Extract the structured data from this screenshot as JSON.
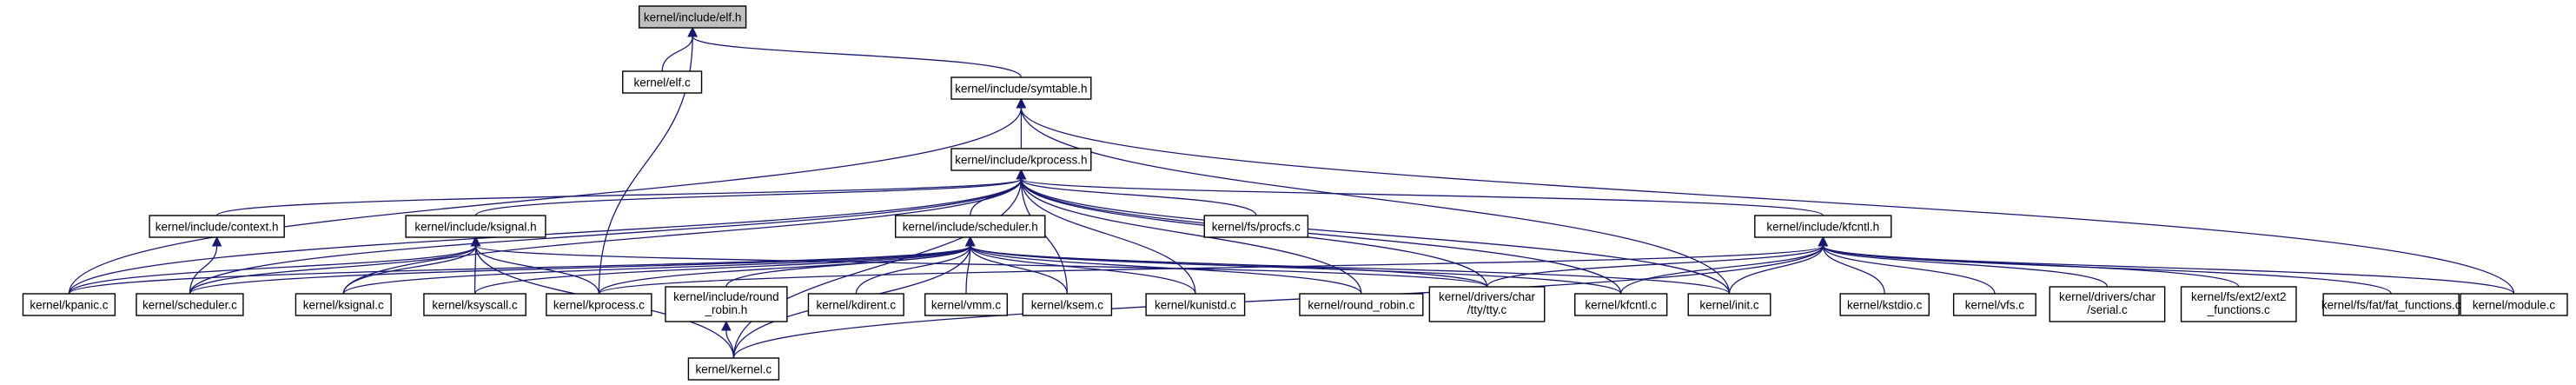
{
  "diagram": {
    "type": "include-dependency-graph",
    "root": "elf_h",
    "colors": {
      "edge": "#191970",
      "root_fill": "#bfbfbf",
      "node_fill": "#ffffff",
      "node_border": "#000000"
    },
    "nodes": [
      {
        "id": "elf_h",
        "label": "kernel/include/elf.h"
      },
      {
        "id": "elf_c",
        "label": "kernel/elf.c"
      },
      {
        "id": "symtable_h",
        "label": "kernel/include/symtable.h"
      },
      {
        "id": "kprocess_h",
        "label": "kernel/include/kprocess.h"
      },
      {
        "id": "context_h",
        "label": "kernel/include/context.h"
      },
      {
        "id": "ksignal_h",
        "label": "kernel/include/ksignal.h"
      },
      {
        "id": "scheduler_h",
        "label": "kernel/include/scheduler.h"
      },
      {
        "id": "procfs_c",
        "label": "kernel/fs/procfs.c"
      },
      {
        "id": "kfcntl_h",
        "label": "kernel/include/kfcntl.h"
      },
      {
        "id": "kpanic_c",
        "label": "kernel/kpanic.c"
      },
      {
        "id": "scheduler_c",
        "label": "kernel/scheduler.c"
      },
      {
        "id": "ksignal_c",
        "label": "kernel/ksignal.c"
      },
      {
        "id": "ksyscall_c",
        "label": "kernel/ksyscall.c"
      },
      {
        "id": "kprocess_c",
        "label": "kernel/kprocess.c"
      },
      {
        "id": "round_robin_h",
        "label": "kernel/include/round_robin.h",
        "lines": [
          "kernel/include/round",
          "_robin.h"
        ]
      },
      {
        "id": "kdirent_c",
        "label": "kernel/kdirent.c"
      },
      {
        "id": "vmm_c",
        "label": "kernel/vmm.c"
      },
      {
        "id": "ksem_c",
        "label": "kernel/ksem.c"
      },
      {
        "id": "kunistd_c",
        "label": "kernel/kunistd.c"
      },
      {
        "id": "round_robin_c",
        "label": "kernel/round_robin.c"
      },
      {
        "id": "tty_c",
        "label": "kernel/drivers/char/tty/tty.c",
        "lines": [
          "kernel/drivers/char",
          "/tty/tty.c"
        ]
      },
      {
        "id": "kfcntl_c",
        "label": "kernel/kfcntl.c"
      },
      {
        "id": "init_c",
        "label": "kernel/init.c"
      },
      {
        "id": "kstdio_c",
        "label": "kernel/kstdio.c"
      },
      {
        "id": "vfs_c",
        "label": "kernel/vfs.c"
      },
      {
        "id": "serial_c",
        "label": "kernel/drivers/char/serial.c",
        "lines": [
          "kernel/drivers/char",
          "/serial.c"
        ]
      },
      {
        "id": "ext2_functions_c",
        "label": "kernel/fs/ext2/ext2_functions.c",
        "lines": [
          "kernel/fs/ext2/ext2",
          "_functions.c"
        ]
      },
      {
        "id": "fat_functions_c",
        "label": "kernel/fs/fat/fat_functions.c"
      },
      {
        "id": "module_c",
        "label": "kernel/module.c"
      },
      {
        "id": "kernel_c",
        "label": "kernel/kernel.c"
      }
    ],
    "edges": [
      {
        "from": "elf_h",
        "to": "elf_c"
      },
      {
        "from": "elf_h",
        "to": "symtable_h"
      },
      {
        "from": "elf_h",
        "to": "kprocess_c"
      },
      {
        "from": "symtable_h",
        "to": "kprocess_h"
      },
      {
        "from": "symtable_h",
        "to": "kpanic_c"
      },
      {
        "from": "symtable_h",
        "to": "init_c"
      },
      {
        "from": "symtable_h",
        "to": "module_c"
      },
      {
        "from": "kprocess_h",
        "to": "context_h"
      },
      {
        "from": "kprocess_h",
        "to": "ksignal_h"
      },
      {
        "from": "kprocess_h",
        "to": "scheduler_h"
      },
      {
        "from": "kprocess_h",
        "to": "procfs_c"
      },
      {
        "from": "kprocess_h",
        "to": "kfcntl_h"
      },
      {
        "from": "kprocess_h",
        "to": "kpanic_c"
      },
      {
        "from": "kprocess_h",
        "to": "scheduler_c"
      },
      {
        "from": "kprocess_h",
        "to": "ksignal_c"
      },
      {
        "from": "kprocess_h",
        "to": "ksem_c"
      },
      {
        "from": "kprocess_h",
        "to": "kunistd_c"
      },
      {
        "from": "kprocess_h",
        "to": "round_robin_c"
      },
      {
        "from": "kprocess_h",
        "to": "tty_c"
      },
      {
        "from": "kprocess_h",
        "to": "kfcntl_c"
      },
      {
        "from": "kprocess_h",
        "to": "init_c"
      },
      {
        "from": "kprocess_h",
        "to": "kernel_c"
      },
      {
        "from": "context_h",
        "to": "scheduler_c"
      },
      {
        "from": "ksignal_h",
        "to": "kpanic_c"
      },
      {
        "from": "ksignal_h",
        "to": "scheduler_c"
      },
      {
        "from": "ksignal_h",
        "to": "ksignal_c"
      },
      {
        "from": "ksignal_h",
        "to": "ksyscall_c"
      },
      {
        "from": "ksignal_h",
        "to": "kprocess_c"
      },
      {
        "from": "ksignal_h",
        "to": "kernel_c"
      },
      {
        "from": "ksignal_h",
        "to": "tty_c"
      },
      {
        "from": "scheduler_h",
        "to": "kpanic_c"
      },
      {
        "from": "scheduler_h",
        "to": "scheduler_c"
      },
      {
        "from": "scheduler_h",
        "to": "ksignal_c"
      },
      {
        "from": "scheduler_h",
        "to": "ksyscall_c"
      },
      {
        "from": "scheduler_h",
        "to": "kprocess_c"
      },
      {
        "from": "scheduler_h",
        "to": "round_robin_h"
      },
      {
        "from": "scheduler_h",
        "to": "kdirent_c"
      },
      {
        "from": "scheduler_h",
        "to": "vmm_c"
      },
      {
        "from": "scheduler_h",
        "to": "ksem_c"
      },
      {
        "from": "scheduler_h",
        "to": "kunistd_c"
      },
      {
        "from": "scheduler_h",
        "to": "round_robin_c"
      },
      {
        "from": "scheduler_h",
        "to": "tty_c"
      },
      {
        "from": "scheduler_h",
        "to": "kfcntl_c"
      },
      {
        "from": "scheduler_h",
        "to": "init_c"
      },
      {
        "from": "scheduler_h",
        "to": "kernel_c"
      },
      {
        "from": "round_robin_h",
        "to": "kernel_c"
      },
      {
        "from": "kfcntl_h",
        "to": "kprocess_c"
      },
      {
        "from": "kfcntl_h",
        "to": "tty_c"
      },
      {
        "from": "kfcntl_h",
        "to": "kfcntl_c"
      },
      {
        "from": "kfcntl_h",
        "to": "init_c"
      },
      {
        "from": "kfcntl_h",
        "to": "kstdio_c"
      },
      {
        "from": "kfcntl_h",
        "to": "vfs_c"
      },
      {
        "from": "kfcntl_h",
        "to": "serial_c"
      },
      {
        "from": "kfcntl_h",
        "to": "ext2_functions_c"
      },
      {
        "from": "kfcntl_h",
        "to": "fat_functions_c"
      },
      {
        "from": "kfcntl_h",
        "to": "module_c"
      },
      {
        "from": "kfcntl_h",
        "to": "kernel_c"
      }
    ]
  }
}
